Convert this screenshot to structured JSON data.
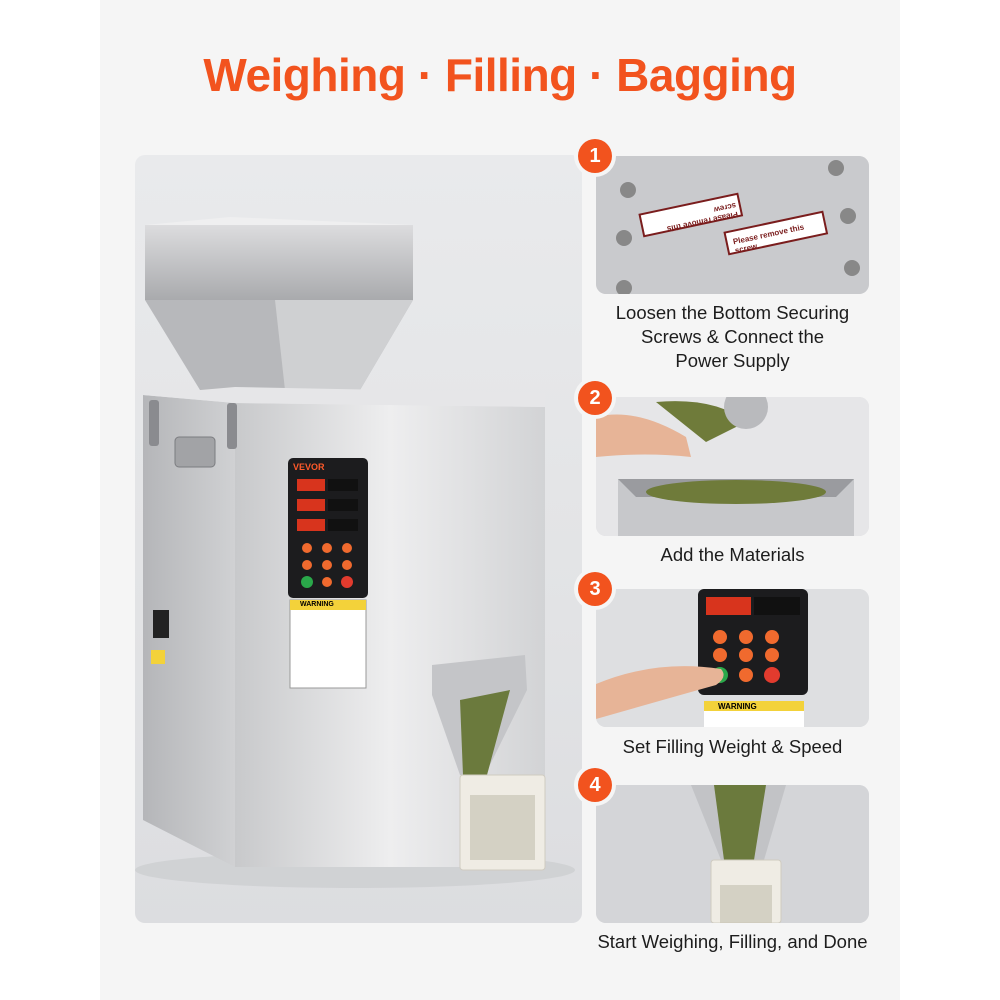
{
  "title": "Weighing · Filling · Bagging",
  "hero": {
    "brand": "VEVOR",
    "warning": "WARNING"
  },
  "steps": [
    {
      "number": "1",
      "caption_lines": [
        "Loosen the Bottom Securing",
        "Screws & Connect the",
        "Power Supply"
      ],
      "labels": [
        "Please remove this screw",
        "Please remove this screw"
      ]
    },
    {
      "number": "2",
      "caption_lines": [
        "Add the Materials"
      ]
    },
    {
      "number": "3",
      "caption_lines": [
        "Set Filling Weight & Speed"
      ],
      "warning": "WARNING"
    },
    {
      "number": "4",
      "caption_lines": [
        "Start Weighing, Filling, and Done"
      ]
    }
  ],
  "colors": {
    "accent": "#f2531e",
    "steel": "#d9dadc",
    "panel": "#1c1c1e",
    "display": "#d8341d"
  }
}
